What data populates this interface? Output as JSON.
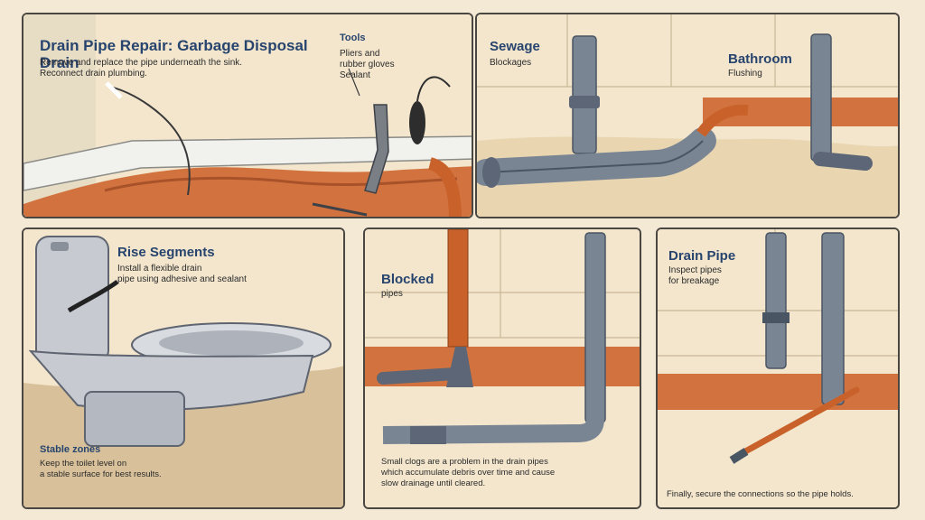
{
  "panels": {
    "p1": {
      "title": "Drain Pipe Repair: Garbage Disposal Drain",
      "body_line1": "Remove and replace the pipe underneath the sink.",
      "body_line2": "Reconnect drain plumbing.",
      "callout_title": "Tools",
      "callout_line1": "Pliers and",
      "callout_line2": "rubber gloves",
      "callout_line3": "Sealant"
    },
    "p2": {
      "title": "Sewage",
      "subtitle": "Blockages",
      "callout_title": "Bathroom",
      "callout_sub": "Flushing"
    },
    "p3": {
      "title": "Rise Segments",
      "body_line1": "Install a flexible drain",
      "body_line2": "pipe using adhesive and sealant",
      "caption_title": "Stable zones",
      "caption_line1": "Keep the toilet level on",
      "caption_line2": "a stable surface for best results."
    },
    "p4": {
      "side_title": "Blocked",
      "side_sub": "pipes",
      "caption_line1": "Small clogs are a problem in the drain pipes",
      "caption_line2": "which accumulate debris over time and cause",
      "caption_line3": "slow drainage until cleared."
    },
    "p5": {
      "title": "Drain Pipe",
      "body_line1": "Inspect pipes",
      "body_line2": "for breakage",
      "caption": "Finally, secure the connections so the pipe holds."
    }
  },
  "colors": {
    "background": "#f4e9d4",
    "pipe_gray": "#7a8594",
    "pipe_dark": "#4a5564",
    "copper": "#c8622a",
    "clay": "#d2733f",
    "wall": "#efe2c6",
    "title_blue": "#27446e"
  }
}
